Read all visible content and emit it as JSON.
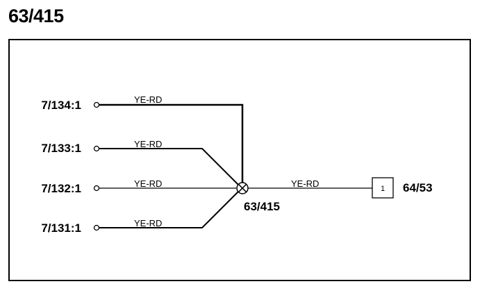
{
  "header": {
    "title": "63/415"
  },
  "diagram": {
    "inputs": [
      {
        "pin": "7/134:1",
        "wire": "YE-RD"
      },
      {
        "pin": "7/133:1",
        "wire": "YE-RD"
      },
      {
        "pin": "7/132:1",
        "wire": "YE-RD"
      },
      {
        "pin": "7/131:1",
        "wire": "YE-RD"
      }
    ],
    "splice": {
      "label": "63/415"
    },
    "output": {
      "wire": "YE-RD",
      "pin_number": "1",
      "connector": "64/53"
    }
  }
}
